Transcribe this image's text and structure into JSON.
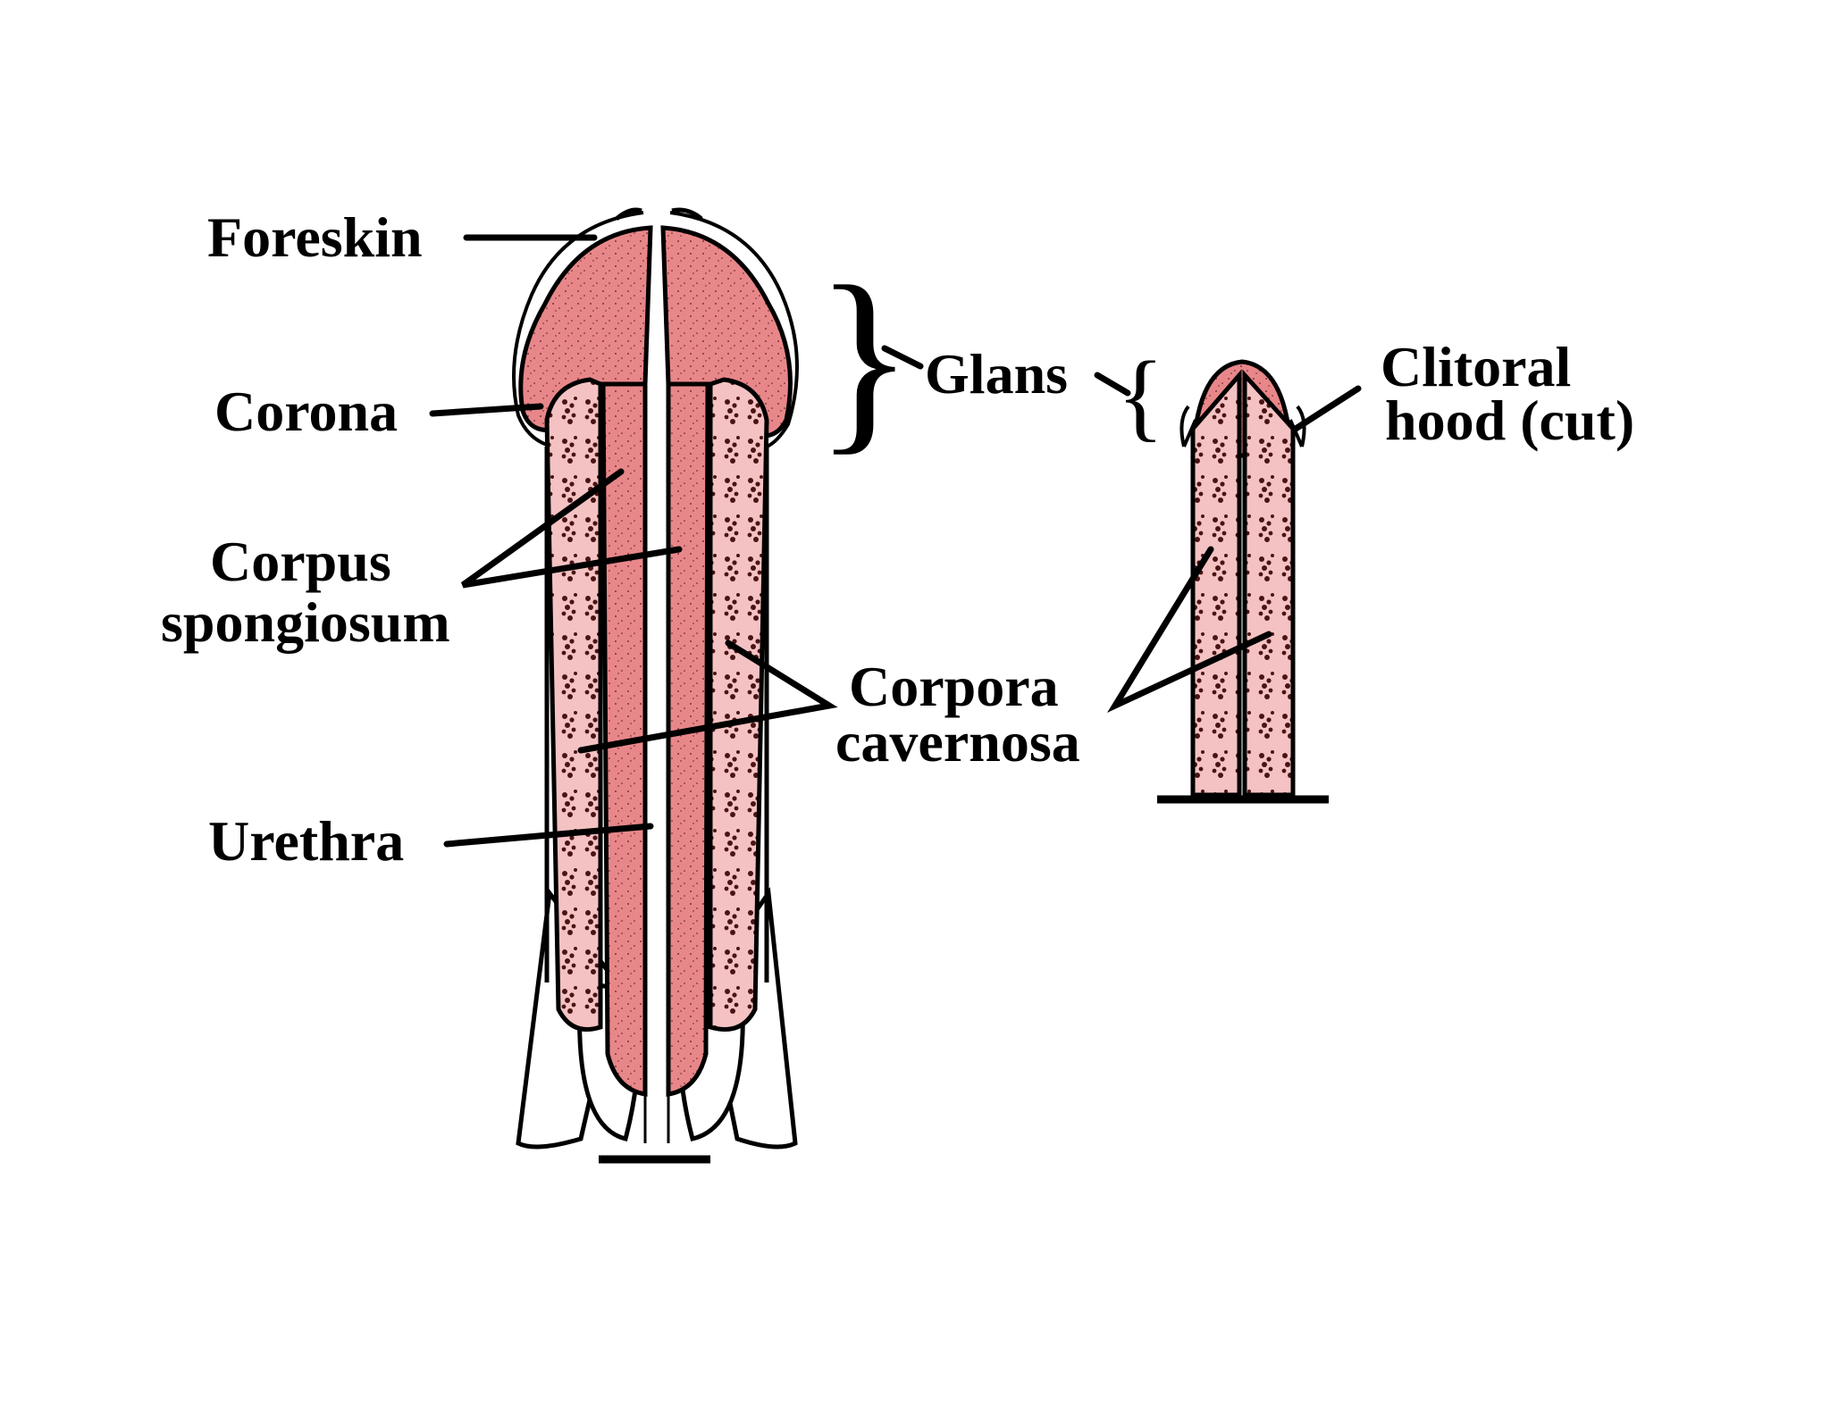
{
  "labels": {
    "foreskin": "Foreskin",
    "corona": "Corona",
    "corpus_line1": "Corpus",
    "corpus_line2": "spongiosum",
    "urethra": "Urethra",
    "glans": "Glans",
    "corpora_line1": "Corpora",
    "corpora_line2": "cavernosa",
    "clitoral_line1": "Clitoral",
    "clitoral_line2": "hood (cut)"
  },
  "colors": {
    "spongiosum_fill": "#e8878a",
    "cavernosa_fill": "#f4c2c2",
    "speckle": "#5a1a1a",
    "outline": "#000000",
    "background": "#ffffff"
  }
}
